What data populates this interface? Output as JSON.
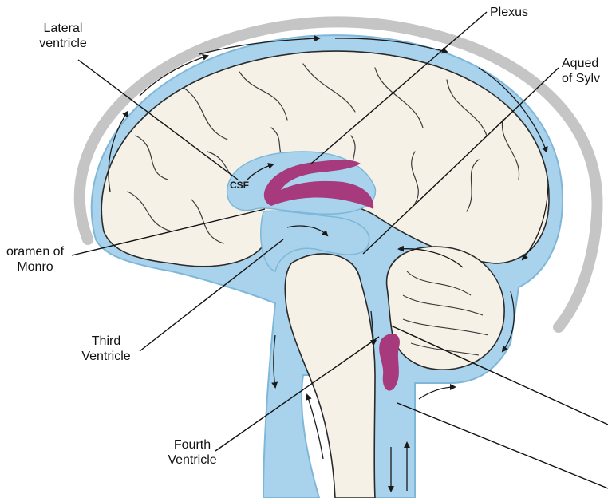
{
  "labels": {
    "lateral_ventricle": [
      "Lateral",
      "ventricle"
    ],
    "plexus": "Plexus",
    "aqueduct": [
      "Aqued",
      "of Sylv"
    ],
    "csf": "CSF",
    "foramen_of_monro": [
      "oramen of",
      "Monro"
    ],
    "third_ventricle": [
      "Third",
      "Ventricle"
    ],
    "fourth_ventricle": [
      "Fourth",
      "Ventricle"
    ]
  },
  "colors": {
    "csf_blue": "#a9d3ec",
    "csf_outline": "#7fb7d9",
    "brain_fill": "#f6f1e6",
    "brain_outline": "#2a2a2a",
    "skull_gray": "#c5c5c5",
    "plexus_magenta": "#a63a7c",
    "leader_line": "#111111",
    "arrow": "#1a1a1a"
  }
}
